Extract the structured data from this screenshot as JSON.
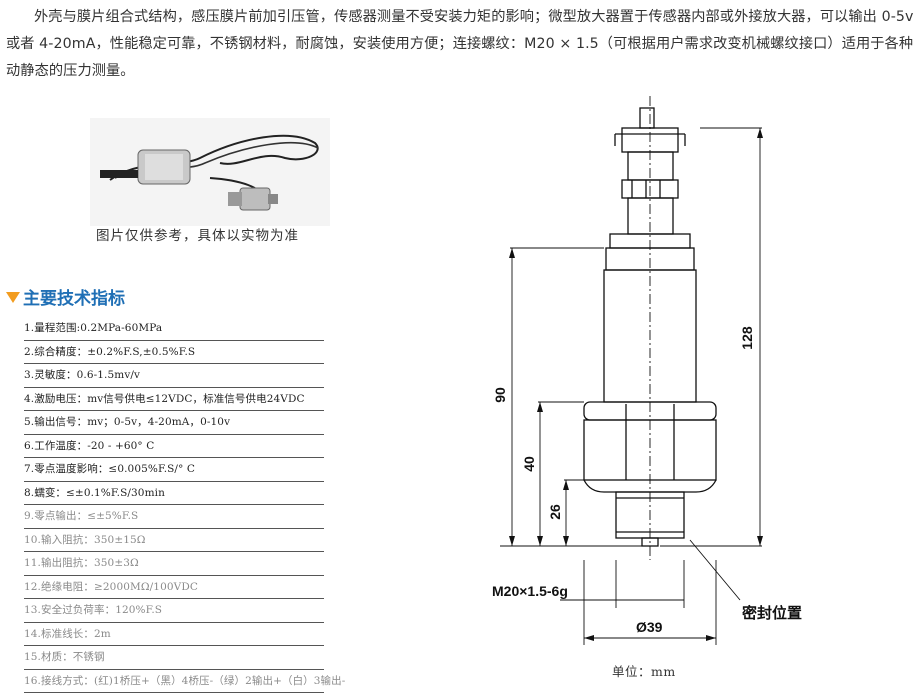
{
  "intro": "外壳与膜片组合式结构，感压膜片前加引压管，传感器测量不受安装力矩的影响；微型放大器置于传感器内部或外接放大器，可以输出 0-5v 或者 4-20mA，性能稳定可靠，不锈钢材料，耐腐蚀，安装使用方便；连接螺纹：M20 × 1.5（可根据用户需求改变机械螺纹接口）适用于各种动静态的压力测量。",
  "photo_caption": "图片仅供参考，具体以实物为准",
  "section_title": "主要技术指标",
  "specs": [
    "1.量程范围:0.2MPa-60MPa",
    "2.综合精度：±0.2%F.S,±0.5%F.S",
    "3.灵敏度：0.6-1.5mv/v",
    "4.激励电压：mv信号供电≤12VDC，标准信号供电24VDC",
    "5.输出信号：mv；0-5v，4-20mA，0-10v",
    "6.工作温度：-20 - +60° C",
    "7.零点温度影响：≤0.005%F.S/° C",
    "8.蠕变：≤±0.1%F.S/30min",
    "9.零点输出：≤±5%F.S",
    "10.输入阻抗：350±15Ω",
    "11.输出阻抗：350±3Ω",
    "12.绝缘电阻：≥2000MΩ/100VDC",
    "13.安全过负荷率：120%F.S",
    "14.标准线长：2m",
    "15.材质：不锈钢",
    "16.接线方式：(红)1桥压+（黑）4桥压-（绿）2输出+（白）3输出-"
  ],
  "drawing": {
    "dim_128": "128",
    "dim_90": "90",
    "dim_40": "40",
    "dim_26": "26",
    "thread": "M20×1.5-6g",
    "diameter": "Ø39",
    "seal": "密封位置"
  },
  "unit_label": "单位：mm",
  "colors": {
    "accent": "#1f6fb5",
    "marker": "#f29c1f"
  }
}
